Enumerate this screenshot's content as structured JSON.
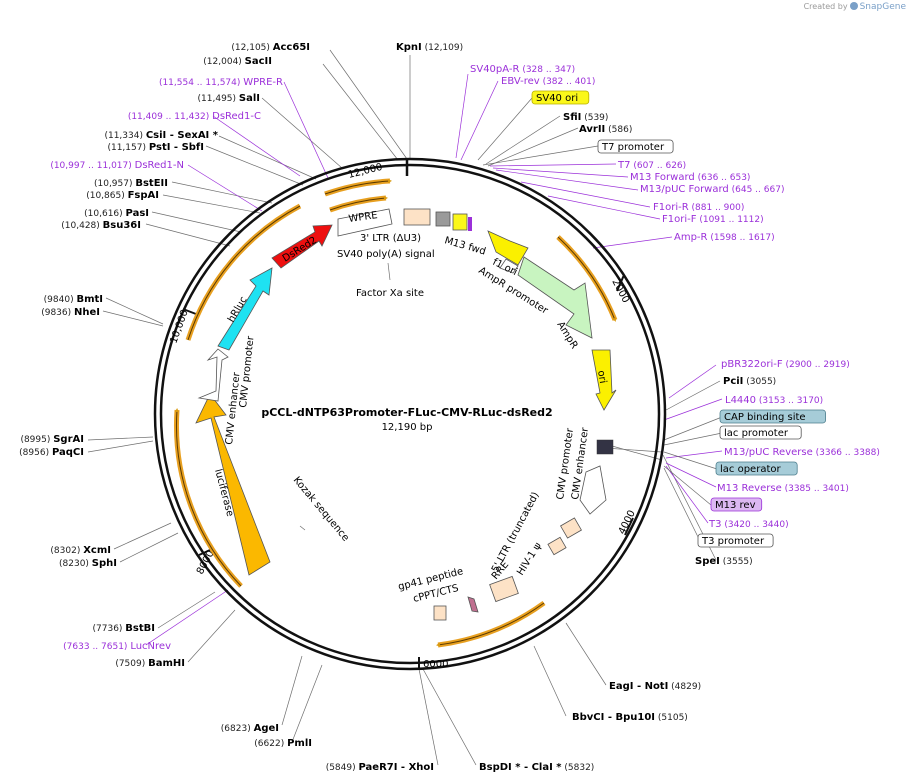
{
  "credit": {
    "text": "Created by",
    "brand": "SnapGene"
  },
  "plasmid": {
    "name": "pCCL-dNTP63Promoter-FLuc-CMV-RLuc-dsRed2",
    "size_label": "12,190 bp"
  },
  "ticks": [
    "2000",
    "4000",
    "6000",
    "8000",
    "10,000",
    "12,000"
  ],
  "enzymes": [
    {
      "name": "Acc65I",
      "pos": "(12,105)"
    },
    {
      "name": "KpnI",
      "pos": "(12,109)"
    },
    {
      "name": "SacII",
      "pos": "(12,004)"
    },
    {
      "name": "SalI",
      "pos": "(11,495)"
    },
    {
      "name": "CsiI  - SexAI *",
      "pos": "(11,334)"
    },
    {
      "name": "PstI  - SbfI",
      "pos": "(11,157)"
    },
    {
      "name": "BstEII",
      "pos": "(10,957)"
    },
    {
      "name": "FspAI",
      "pos": "(10,865)"
    },
    {
      "name": "PasI",
      "pos": "(10,616)"
    },
    {
      "name": "Bsu36I",
      "pos": "(10,428)"
    },
    {
      "name": "BmtI",
      "pos": "(9840)"
    },
    {
      "name": "NheI",
      "pos": "(9836)"
    },
    {
      "name": "SgrAI",
      "pos": "(8995)"
    },
    {
      "name": "PaqCI",
      "pos": "(8956)"
    },
    {
      "name": "XcmI",
      "pos": "(8302)"
    },
    {
      "name": "SphI",
      "pos": "(8230)"
    },
    {
      "name": "BstBI",
      "pos": "(7736)"
    },
    {
      "name": "BamHI",
      "pos": "(7509)"
    },
    {
      "name": "AgeI",
      "pos": "(6823)"
    },
    {
      "name": "PmlI",
      "pos": "(6622)"
    },
    {
      "name": "PaeR7I  - XhoI",
      "pos": "(5849)"
    },
    {
      "name": "BspDI *  - ClaI *",
      "pos": "(5832)"
    },
    {
      "name": "BbvCI  - Bpu10I",
      "pos": "(5105)"
    },
    {
      "name": "EagI  - NotI",
      "pos": "(4829)"
    },
    {
      "name": "SpeI",
      "pos": "(3555)"
    },
    {
      "name": "PciI",
      "pos": "(3055)"
    },
    {
      "name": "SfiI",
      "pos": "(539)"
    },
    {
      "name": "AvrII",
      "pos": "(586)"
    }
  ],
  "primers": [
    {
      "name": "WPRE-R",
      "pos": "(11,554 .. 11,574)"
    },
    {
      "name": "DsRed1-C",
      "pos": "(11,409 .. 11,432)"
    },
    {
      "name": "DsRed1-N",
      "pos": "(10,997 .. 11,017)"
    },
    {
      "name": "LucNrev",
      "pos": "(7633 .. 7651)"
    },
    {
      "name": "SV40pA-R",
      "pos": "(328 .. 347)"
    },
    {
      "name": "EBV-rev",
      "pos": "(382 .. 401)"
    },
    {
      "name": "T7",
      "pos": "(607 .. 626)"
    },
    {
      "name": "M13 Forward",
      "pos": "(636 .. 653)"
    },
    {
      "name": "M13/pUC Forward",
      "pos": "(645 .. 667)"
    },
    {
      "name": "F1ori-R",
      "pos": "(881 .. 900)"
    },
    {
      "name": "F1ori-F",
      "pos": "(1091 .. 1112)"
    },
    {
      "name": "Amp-R",
      "pos": "(1598 .. 1617)"
    },
    {
      "name": "pBR322ori-F",
      "pos": "(2900 .. 2919)"
    },
    {
      "name": "L4440",
      "pos": "(3153 .. 3170)"
    },
    {
      "name": "M13/pUC Reverse",
      "pos": "(3366 .. 3388)"
    },
    {
      "name": "M13 Reverse",
      "pos": "(3385 .. 3401)"
    },
    {
      "name": "T3",
      "pos": "(3420 .. 3440)"
    }
  ],
  "boxed_features": [
    {
      "name": "SV40 ori",
      "fill": "#fbf71a",
      "stroke": "#b8b000"
    },
    {
      "name": "T7 promoter",
      "fill": "#ffffff",
      "stroke": "#555555"
    },
    {
      "name": "CAP binding site",
      "fill": "#a6ccd8",
      "stroke": "#4e7f8e"
    },
    {
      "name": "lac promoter",
      "fill": "#ffffff",
      "stroke": "#555555"
    },
    {
      "name": "lac operator",
      "fill": "#a6ccd8",
      "stroke": "#4e7f8e"
    },
    {
      "name": "M13 rev",
      "fill": "#dcb8f2",
      "stroke": "#9b30d9"
    },
    {
      "name": "T3 promoter",
      "fill": "#ffffff",
      "stroke": "#555555"
    }
  ],
  "features": {
    "wpre": "WPRE",
    "ltr3": "3' LTR (ΔU3)",
    "sv40polya": "SV40 poly(A) signal",
    "factorxa": "Factor Xa site",
    "m13fwd": "M13 fwd",
    "f1ori": "f1 ori",
    "ampr_promoter": "AmpR promoter",
    "ampr": "AmpR",
    "ori": "ori",
    "cmv_promoter": "CMV promoter",
    "cmv_enhancer": "CMV enhancer",
    "ltr5": "5' LTR (truncated)",
    "hiv1": "HIV-1 ψ",
    "rre": "RRE",
    "gp41": "gp41 peptide",
    "cppt": "cPPT/CTS",
    "kozak": "Kozak sequence",
    "luciferase": "luciferase",
    "hrluc": "hRluc",
    "dsred2": "DsRed2"
  },
  "colors": {
    "primer": "#9b30d9",
    "orf_orange": "#e8a020",
    "luciferase": "#fbb800",
    "hrluc": "#1ee2f2",
    "dsred2": "#ee0f0f",
    "ampr": "#c8f4c0",
    "ori": "#fbf000",
    "ltr": "#fde2c6"
  }
}
